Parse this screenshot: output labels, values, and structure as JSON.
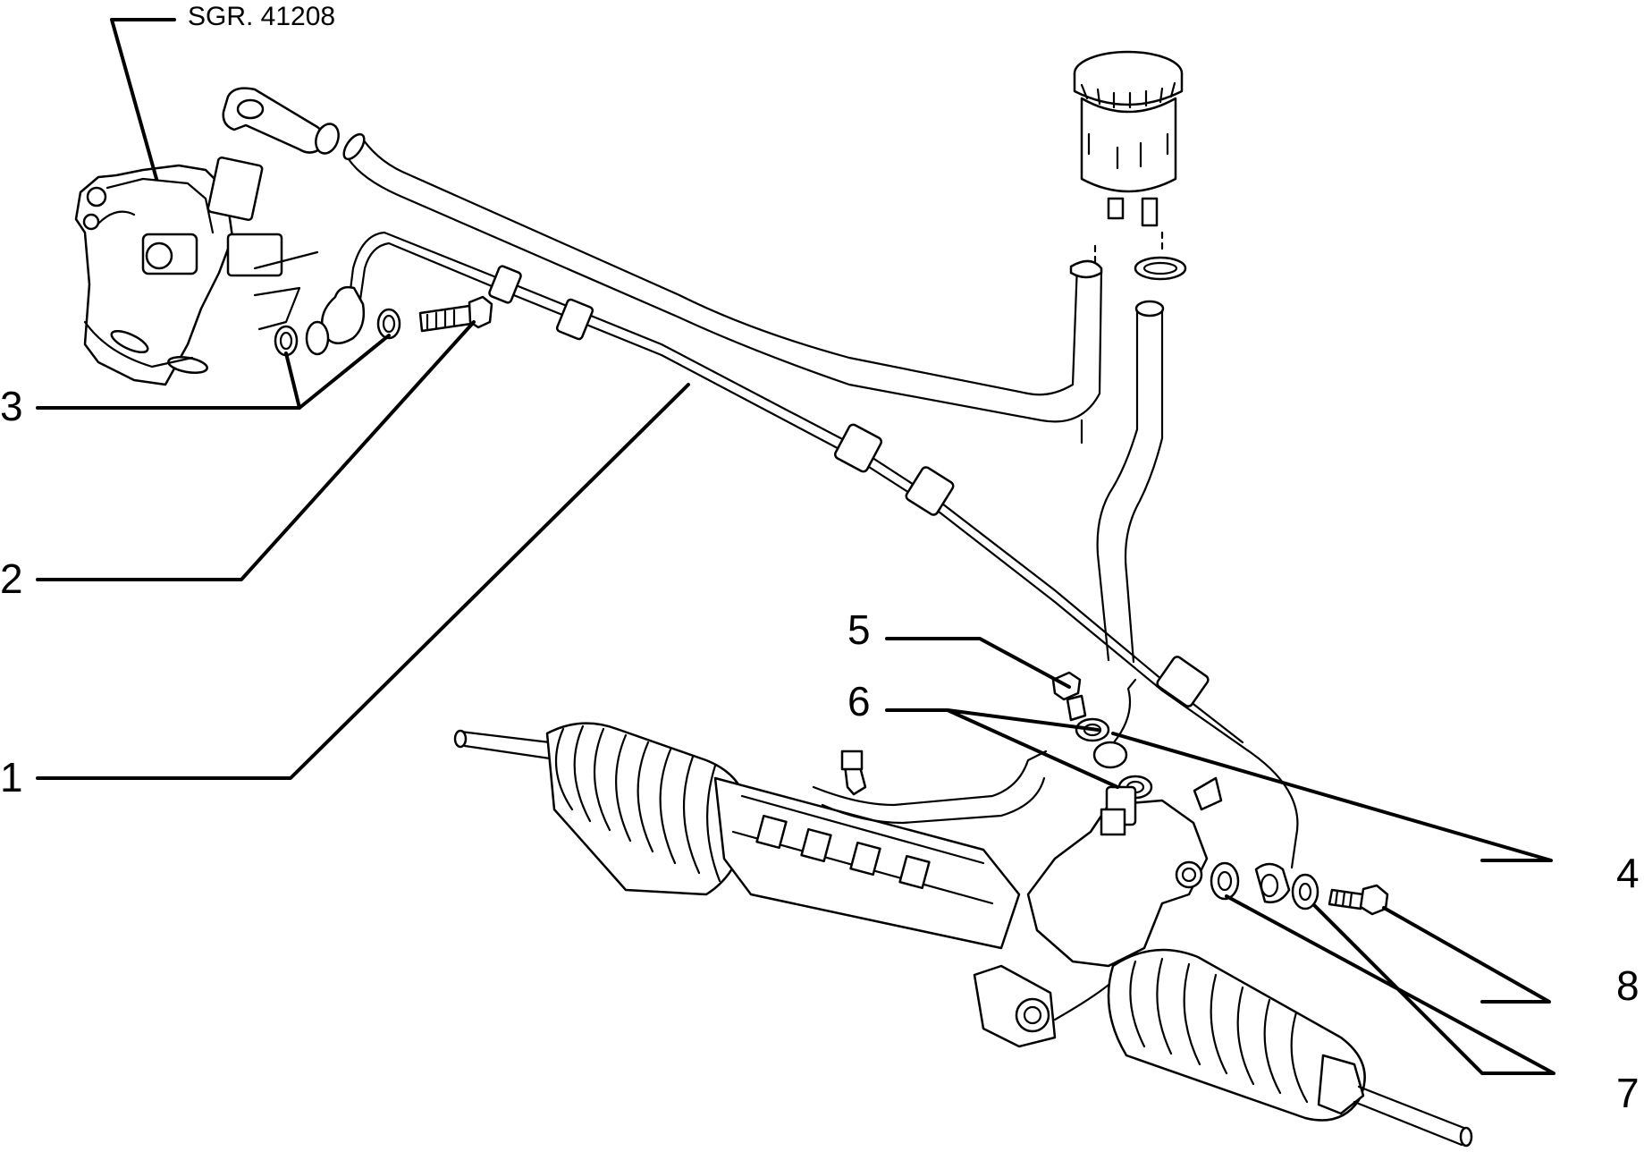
{
  "reference": "SGR. 41208",
  "callouts": [
    "1",
    "2",
    "3",
    "4",
    "5",
    "6",
    "7",
    "8"
  ]
}
